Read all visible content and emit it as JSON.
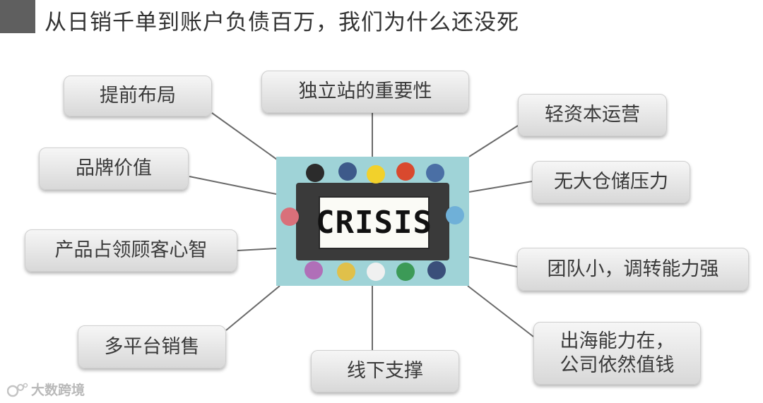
{
  "title": "从日销千单到账户负债百万，我们为什么还没死",
  "center": {
    "label": "CRISIS"
  },
  "nodes": {
    "advance_layout": "提前布局",
    "independent_site": "独立站的重要性",
    "light_asset": "轻资本运营",
    "brand_value": "品牌价值",
    "no_warehouse": "无大仓储压力",
    "mind_share": "产品占领顾客心智",
    "small_team": "团队小，调转能力强",
    "multi_platform": "多平台销售",
    "offline_support": "线下支撑",
    "overseas_line1": "出海能力在，",
    "overseas_line2": "公司依然值钱"
  },
  "watermark": "大数跨境"
}
